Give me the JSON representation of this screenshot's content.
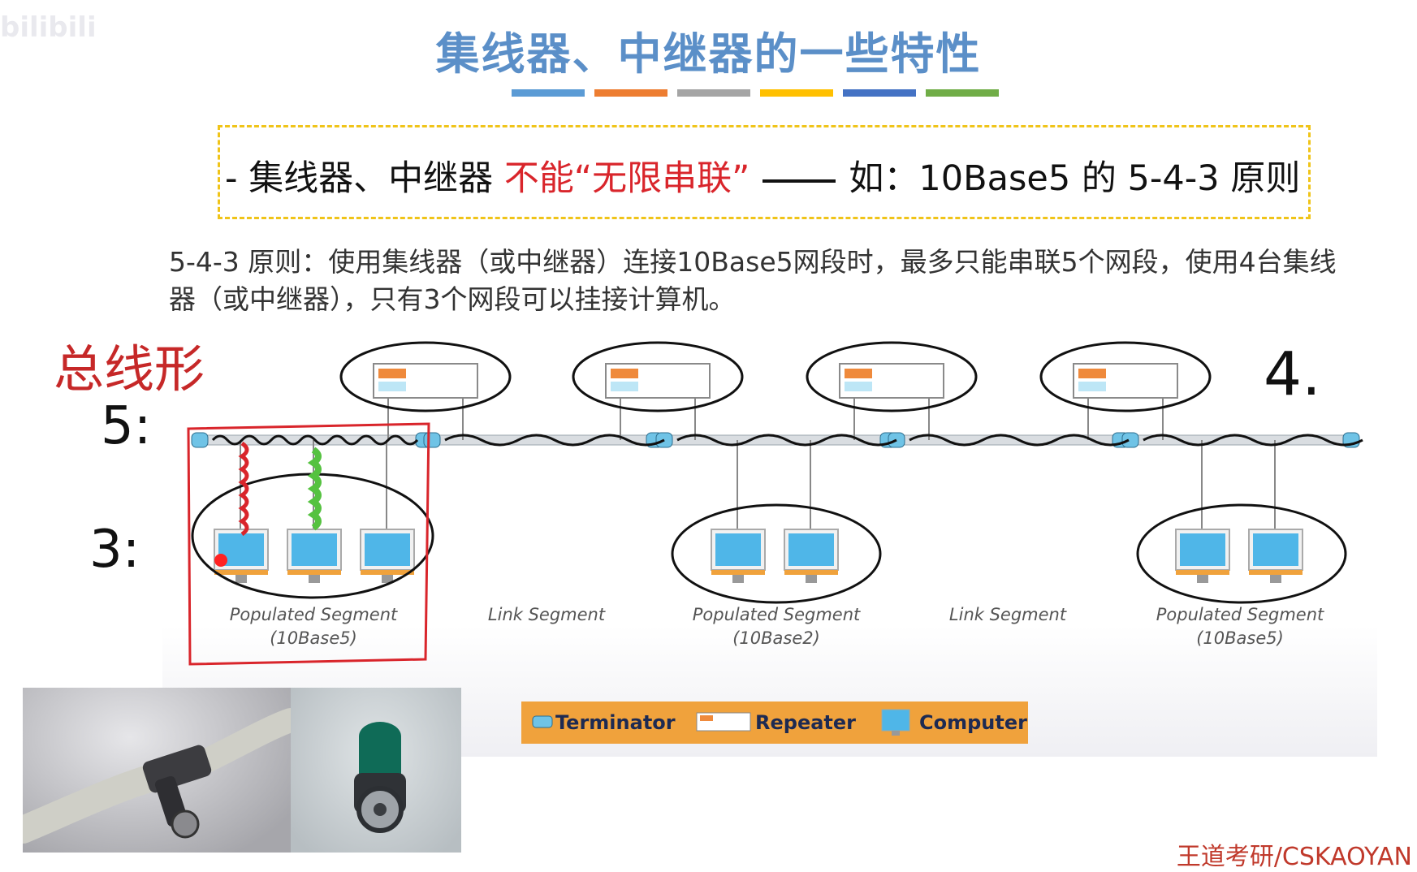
{
  "slide": {
    "title": "集线器、中继器的一些特性",
    "color_bar": [
      "#5b9bd5",
      "#ed7d31",
      "#a5a5a5",
      "#ffc000",
      "#4472c4",
      "#70ad47"
    ],
    "bullet": {
      "prefix": "集线器、中继器 ",
      "highlight": "不能“无限串联”",
      "suffix": "如：10Base5 的 5-4-3 原则"
    },
    "description": "5-4-3 原则：使用集线器（或中继器）连接10Base5网段时，最多只能串联5个网段，使用4台集线器（或中继器），只有3个网段可以挂接计算机。"
  },
  "diagram": {
    "segments": [
      {
        "label": "Populated Segment",
        "sub": "(10Base5)"
      },
      {
        "label": "Link Segment",
        "sub": ""
      },
      {
        "label": "Populated Segment",
        "sub": "(10Base2)"
      },
      {
        "label": "Link Segment",
        "sub": ""
      },
      {
        "label": "Populated Segment",
        "sub": "(10Base5)"
      }
    ],
    "legend": {
      "terminator": "Terminator",
      "repeater": "Repeater",
      "computer": "Computer"
    },
    "colors": {
      "cable": "#d9dde1",
      "terminator": "#6fc3e6",
      "repeater_accent": "#ef8a3c",
      "screen": "#4fb6e8",
      "annotation": "#d9252b"
    }
  },
  "annotations": {
    "bus_topology": "总线形",
    "five": "5:",
    "three": "3:",
    "four": "4."
  },
  "footer": {
    "watermark": "王道考研/CSKAOYAN",
    "platform_logo": "bilibili"
  }
}
